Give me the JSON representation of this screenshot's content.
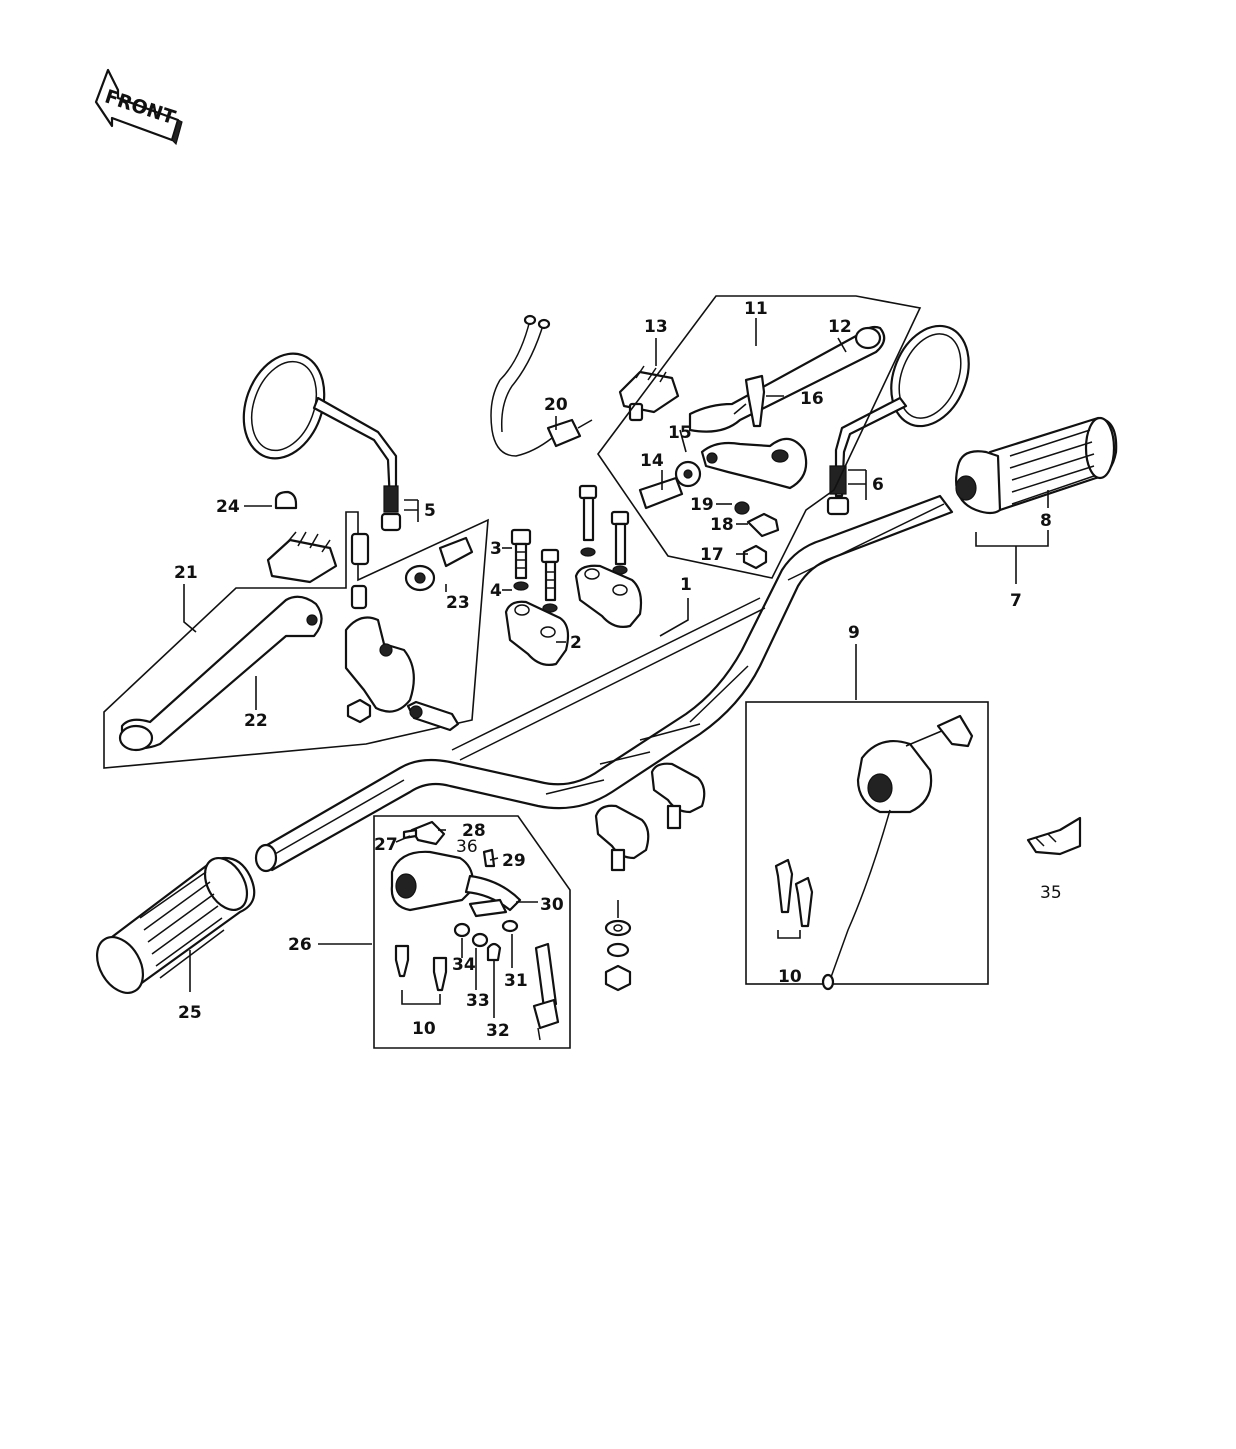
{
  "direction_label": "FRONT",
  "labels": {
    "p1": "1",
    "p2": "2",
    "p3": "3",
    "p4": "4",
    "p5": "5",
    "p6": "6",
    "p7": "7",
    "p8": "8",
    "p9": "9",
    "p10a": "10",
    "p10b": "10",
    "p11": "11",
    "p12": "12",
    "p13": "13",
    "p14": "14",
    "p15": "15",
    "p16": "16",
    "p17": "17",
    "p18": "18",
    "p19": "19",
    "p20": "20",
    "p21": "21",
    "p22": "22",
    "p23": "23",
    "p24": "24",
    "p25": "25",
    "p26": "26",
    "p27": "27",
    "p28": "28",
    "p29": "29",
    "p30": "30",
    "p31": "31",
    "p32": "32",
    "p33": "33",
    "p34": "34",
    "p35": "35",
    "p36": "36"
  }
}
